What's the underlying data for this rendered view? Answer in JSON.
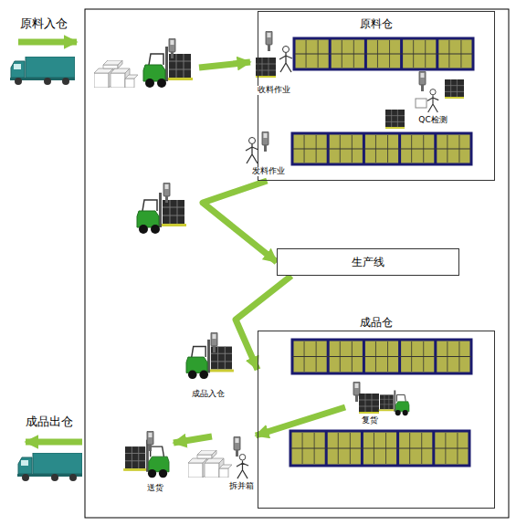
{
  "diagram": {
    "nodes": [
      {
        "text": [
          "原料仓"
        ]
      },
      {
        "text": [
          "生产线"
        ]
      },
      {
        "text": [
          "成品仓"
        ]
      }
    ],
    "edges": [
      {
        "from": 0,
        "to": 1,
        "arrow": "to"
      },
      {
        "from": 1,
        "to": 2,
        "arrow": "to"
      }
    ],
    "labels": [
      "原料入仓",
      "收料作业",
      "QC检测",
      "发料作业",
      "成品入仓",
      "复货",
      "拆并箱",
      "送货",
      "成品出仓"
    ]
  }
}
